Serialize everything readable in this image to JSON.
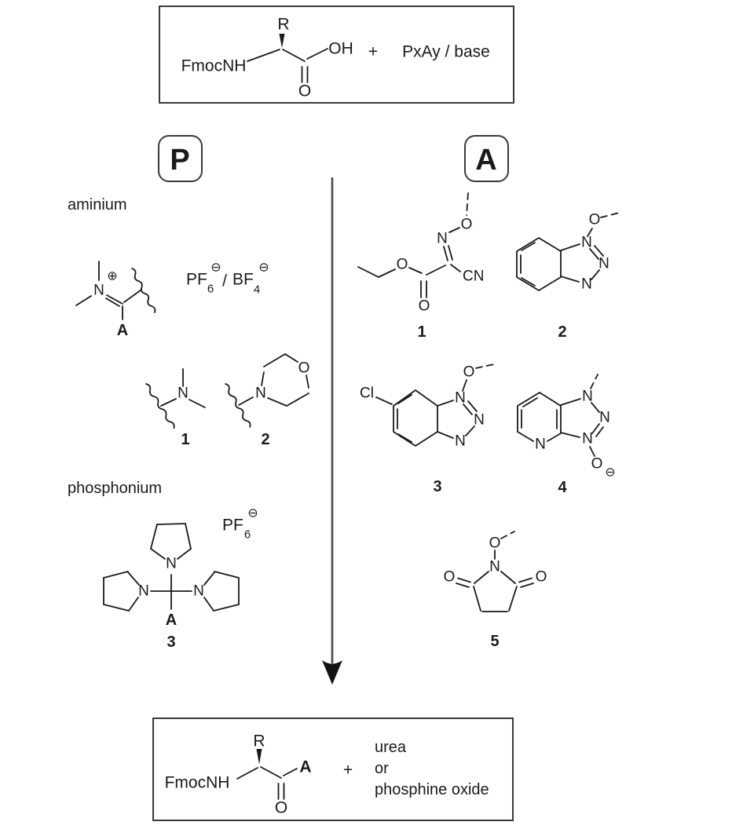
{
  "colors": {
    "line": "#1a1a1a",
    "arrow_shaft": "#4a4a4a",
    "box_border": "#3a3a3a",
    "background": "#ffffff"
  },
  "top_box": {
    "fmocnh": "FmocNH",
    "r": "R",
    "oh": "OH",
    "o": "O",
    "plus": "+",
    "reagent": "PxAy / base"
  },
  "badges": {
    "p": "P",
    "a": "A"
  },
  "p_column": {
    "aminium_heading": "aminium",
    "phosphonium_heading": "phosphonium",
    "iminium": {
      "n": "N",
      "plus_charge": "⊕",
      "a": "A"
    },
    "counterions": {
      "pf": "PF",
      "pf_sub": "6",
      "pf_charge": "⊖",
      "slash": "/",
      "bf": "BF",
      "bf_sub": "4",
      "bf_charge": "⊖"
    },
    "amine_1": {
      "n": "N",
      "number": "1"
    },
    "amine_2": {
      "n": "N",
      "o": "O",
      "number": "2"
    },
    "phosphonium_salt": {
      "pf": "PF",
      "pf_sub": "6",
      "pf_charge": "⊖",
      "n_top": "N",
      "n_left": "N",
      "n_right": "N",
      "a": "A",
      "number": "3"
    }
  },
  "a_column": {
    "oxyma": {
      "o_top": "O",
      "n": "N",
      "cn": "CN",
      "o_ester": "O",
      "o_carbonyl": "O",
      "number": "1"
    },
    "benzotriazole": {
      "o": "O",
      "n1": "N",
      "n2": "N",
      "n3": "N",
      "number": "2"
    },
    "chloro_benzotriazole": {
      "cl": "Cl",
      "o": "O",
      "n1": "N",
      "n2": "N",
      "n3": "N",
      "number": "3"
    },
    "azabenzotriazole": {
      "n_pyridine": "N",
      "n1": "N",
      "n2": "N",
      "n3": "N",
      "o": "O",
      "minus_charge": "⊖",
      "number": "4"
    },
    "succinimide": {
      "o_top": "O",
      "n": "N",
      "o_left": "O",
      "o_right": "O",
      "number": "5"
    }
  },
  "bottom_box": {
    "fmocnh": "FmocNH",
    "r": "R",
    "a": "A",
    "o": "O",
    "plus": "+",
    "byproducts": [
      "urea",
      "or",
      "phosphine oxide"
    ]
  }
}
